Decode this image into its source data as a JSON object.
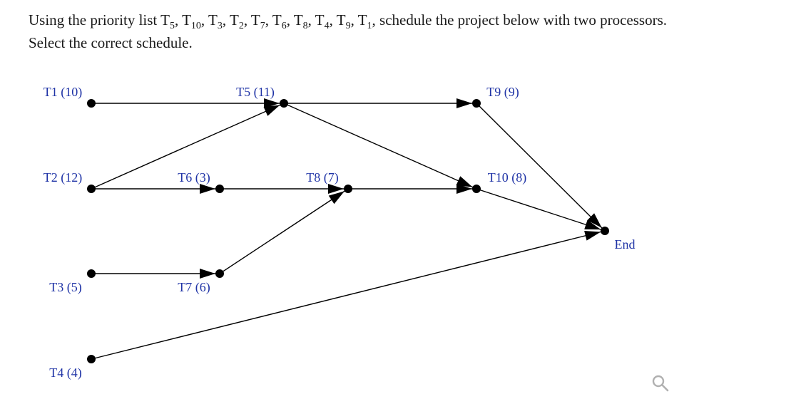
{
  "question": {
    "line1_parts": [
      {
        "t": "Using the priority list T"
      },
      {
        "s": "5"
      },
      {
        "t": ", T"
      },
      {
        "s": "10"
      },
      {
        "t": ", T"
      },
      {
        "s": "3"
      },
      {
        "t": ", T"
      },
      {
        "s": "2"
      },
      {
        "t": ", T"
      },
      {
        "s": "7"
      },
      {
        "t": ", T"
      },
      {
        "s": "6"
      },
      {
        "t": ", T"
      },
      {
        "s": "8"
      },
      {
        "t": ", T"
      },
      {
        "s": "4"
      },
      {
        "t": ", T"
      },
      {
        "s": "9"
      },
      {
        "t": ", T"
      },
      {
        "s": "1"
      },
      {
        "t": ", schedule the project below with two processors."
      }
    ],
    "line2": "Select the correct schedule."
  },
  "diagram": {
    "nodes": [
      {
        "id": "T1",
        "label": "T1 (10)"
      },
      {
        "id": "T2",
        "label": "T2 (12)"
      },
      {
        "id": "T3",
        "label": "T3 (5)"
      },
      {
        "id": "T4",
        "label": "T4 (4)"
      },
      {
        "id": "T5",
        "label": "T5 (11)"
      },
      {
        "id": "T6",
        "label": "T6 (3)"
      },
      {
        "id": "T7",
        "label": "T7 (6)"
      },
      {
        "id": "T8",
        "label": "T8 (7)"
      },
      {
        "id": "T9",
        "label": "T9 (9)"
      },
      {
        "id": "T10",
        "label": "T10 (8)"
      },
      {
        "id": "End",
        "label": "End"
      }
    ],
    "edges": [
      {
        "from": "T1",
        "to": "T5"
      },
      {
        "from": "T2",
        "to": "T5"
      },
      {
        "from": "T2",
        "to": "T6"
      },
      {
        "from": "T3",
        "to": "T7"
      },
      {
        "from": "T4",
        "to": "End"
      },
      {
        "from": "T5",
        "to": "T9"
      },
      {
        "from": "T5",
        "to": "T10"
      },
      {
        "from": "T6",
        "to": "T8"
      },
      {
        "from": "T7",
        "to": "T8"
      },
      {
        "from": "T8",
        "to": "T10"
      },
      {
        "from": "T9",
        "to": "End"
      },
      {
        "from": "T10",
        "to": "End"
      }
    ],
    "colors": {
      "label": "#1f33a6",
      "edge": "#000000"
    }
  },
  "zoom_icon": "magnifier-icon"
}
